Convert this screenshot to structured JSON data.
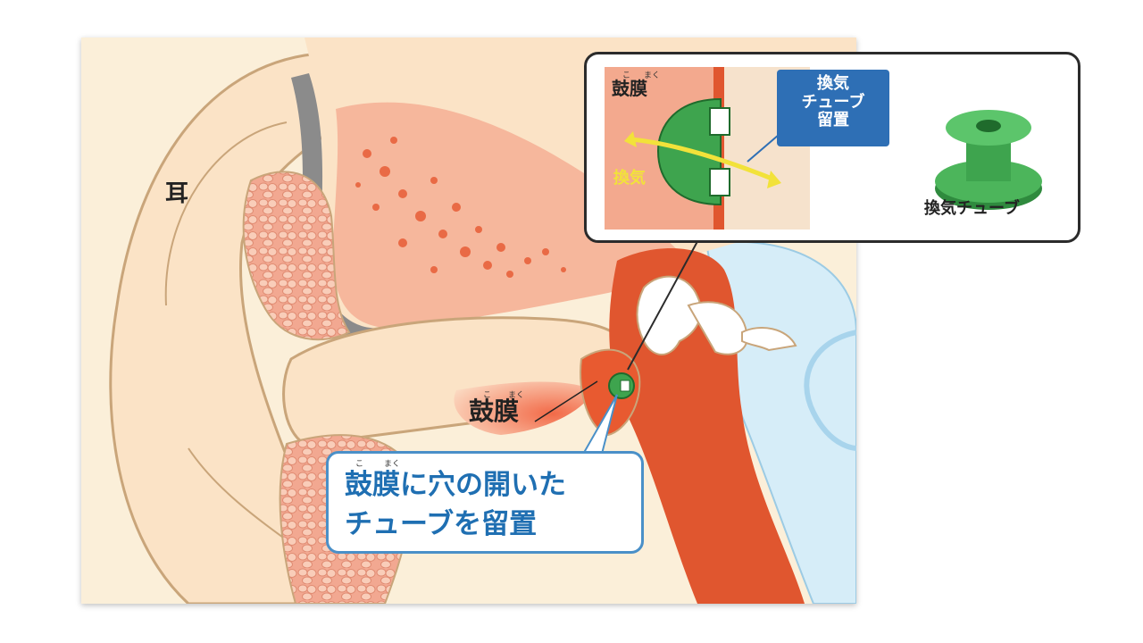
{
  "labels": {
    "ear": "耳",
    "eardrum": "鼓膜",
    "eardrum_ruby_ko": "こ",
    "eardrum_ruby_maku": "まく"
  },
  "callout": {
    "line1": "鼓膜に穴の開いた",
    "line2": "チューブを留置",
    "ruby_ko": "こ",
    "ruby_maku": "まく"
  },
  "inset": {
    "eardrum": "鼓膜",
    "ruby_ko": "こ",
    "ruby_maku": "まく",
    "ventilation": "換気",
    "tag_line1": "換気",
    "tag_line2": "チューブ",
    "tag_line3": "留置",
    "tube_caption": "換気チューブ"
  },
  "colors": {
    "skin": "#fbe3c6",
    "outline": "#c9a57a",
    "tissue": "#f0a58a",
    "cavity": "#f48a6a",
    "mucosa": "#e0562f",
    "bone_gray": "#8b8b8b",
    "inner_ear": "#cde9f6",
    "tube_green": "#3ea44e",
    "accent_blue": "#2e6fb5",
    "arrow_yellow": "#f2e23a"
  }
}
